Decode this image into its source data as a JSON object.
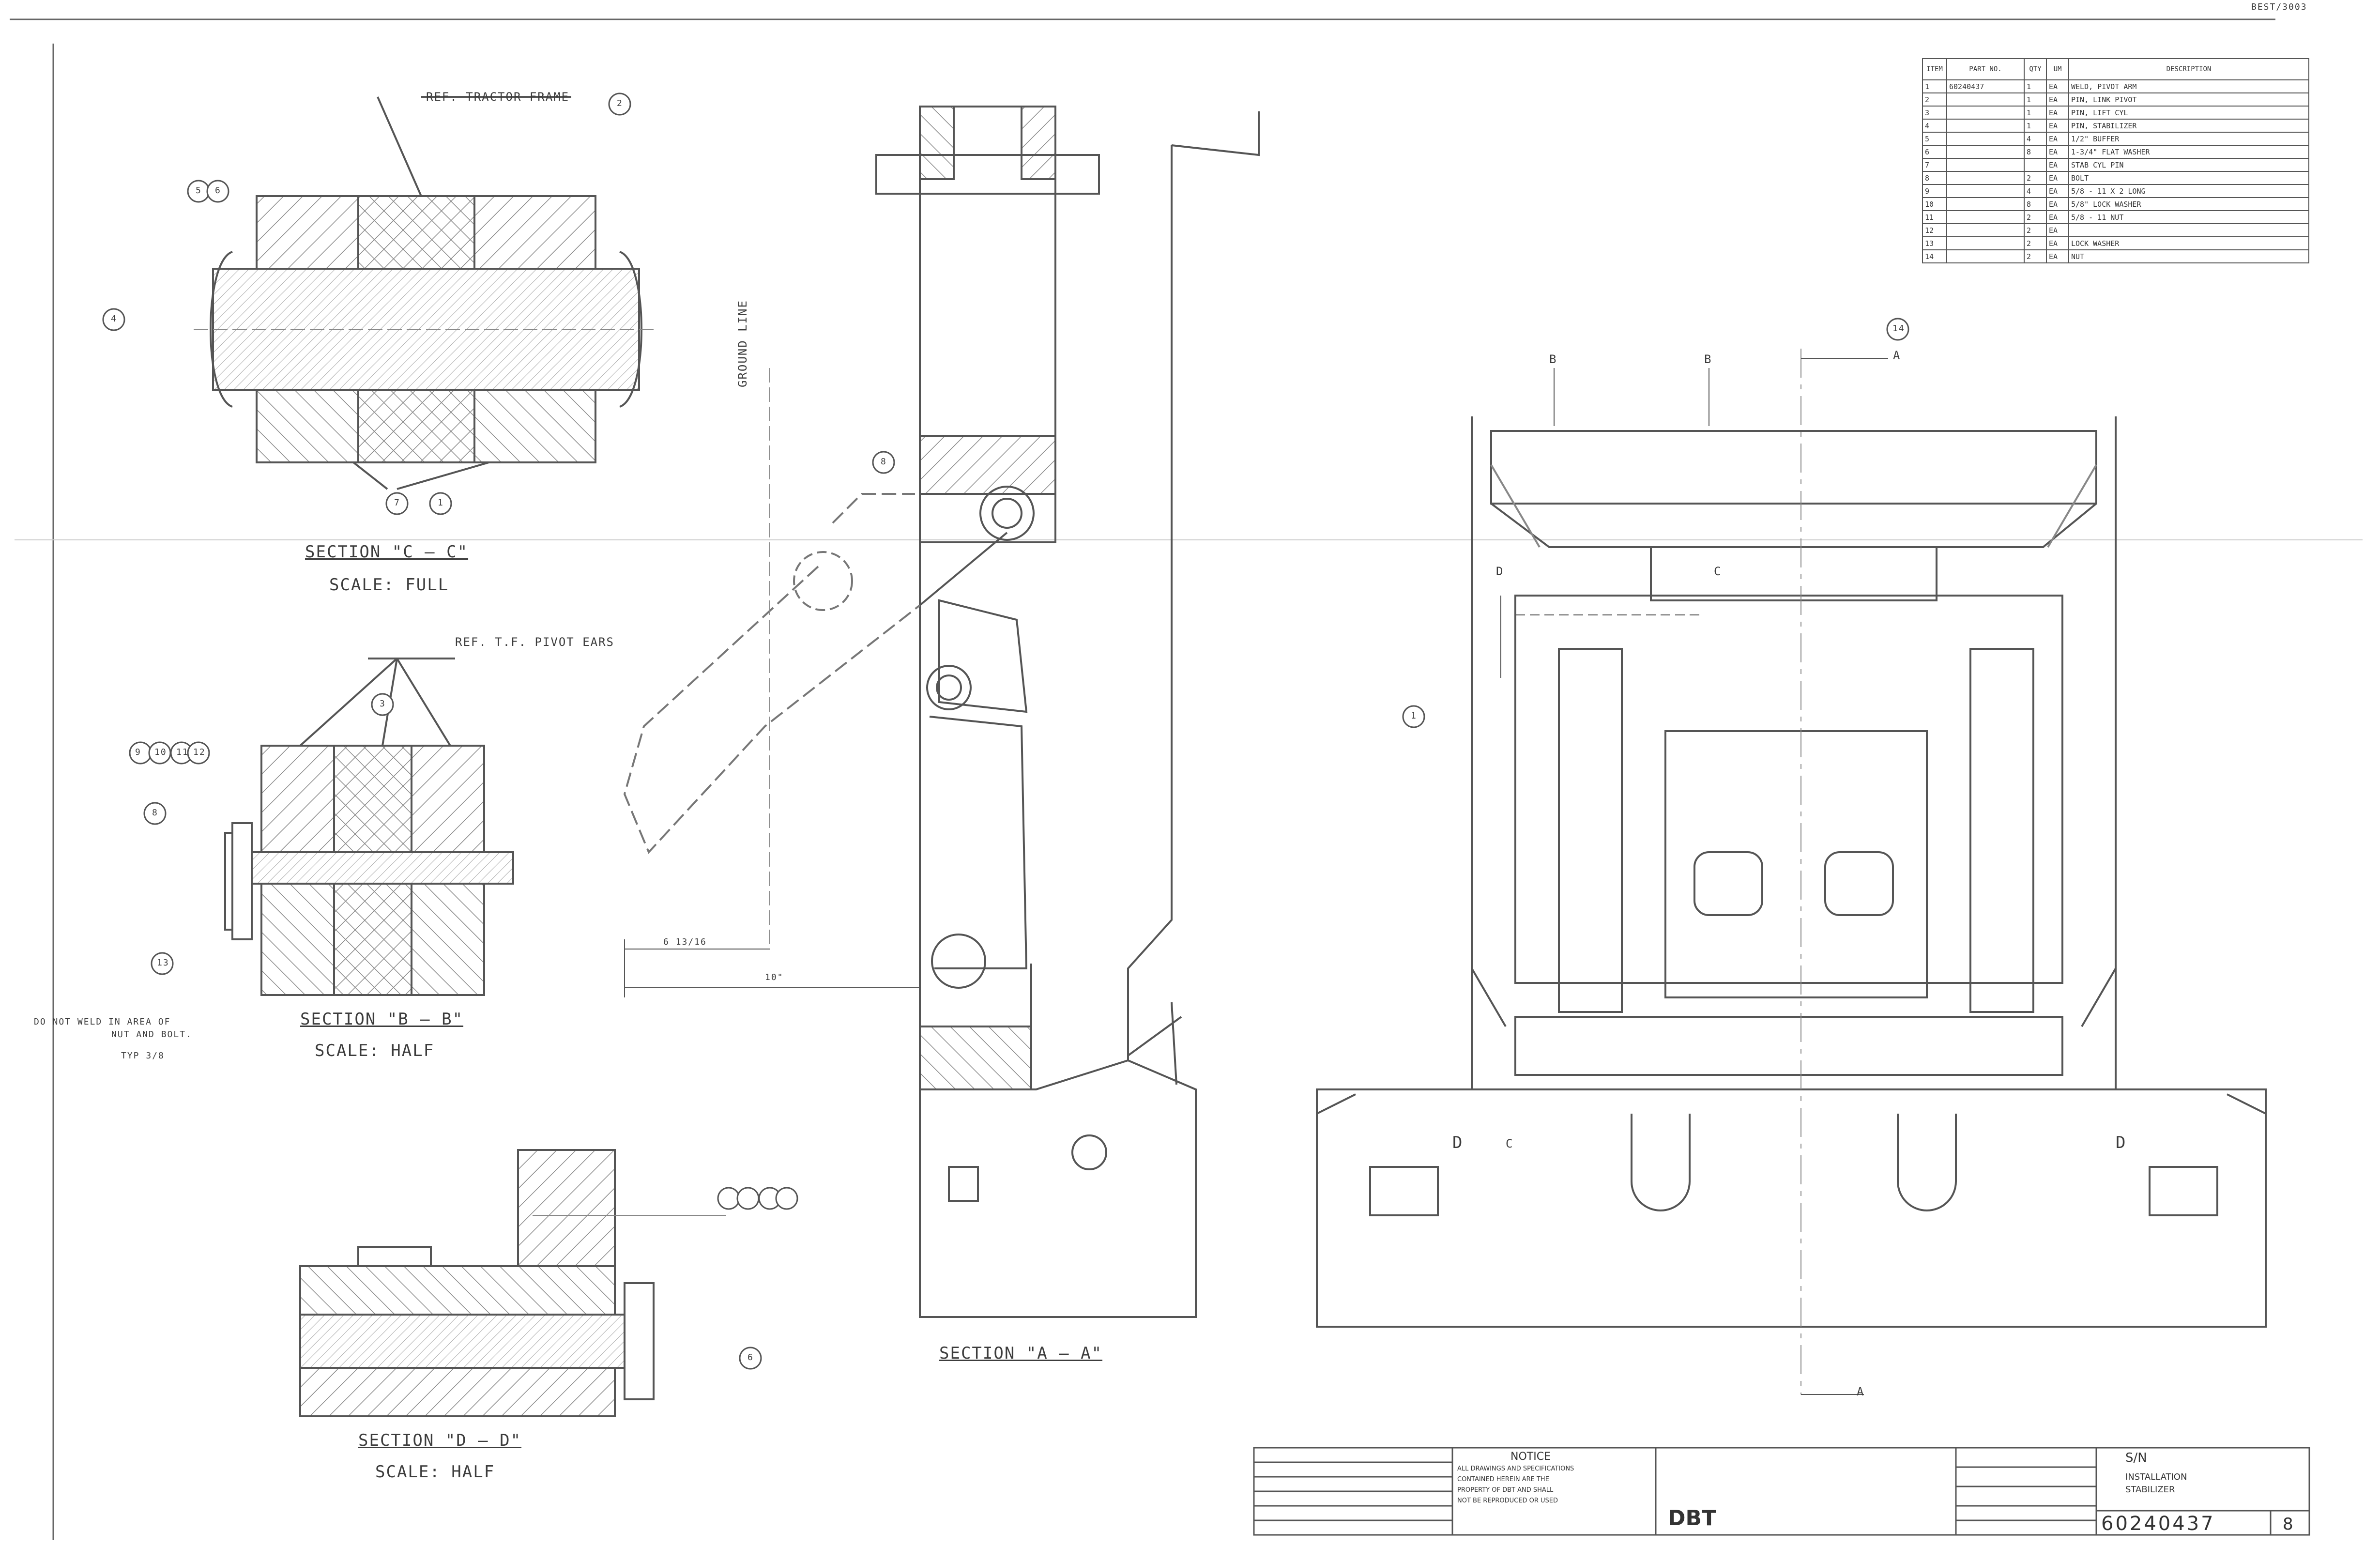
{
  "drawing": {
    "corner_code": "BEST/3003",
    "detail_labels": {
      "ref_tractor_frame": "REF. TRACTOR FRAME",
      "ref_pivot_ears": "REF. T.F. PIVOT EARS",
      "weld_note": "DO NOT WELD IN AREA OF",
      "weld_note_2": "NUT AND BOLT.",
      "typ_note": "TYP 3/8",
      "ground_line": "GROUND LINE",
      "dim_small": "6 13/16",
      "dim_10": "10\""
    },
    "sections": [
      {
        "title": "SECTION \"C — C\"",
        "scale": "SCALE: FULL"
      },
      {
        "title": "SECTION \"B — B\"",
        "scale": "SCALE: HALF"
      },
      {
        "title": "SECTION \"D — D\"",
        "scale": "SCALE: HALF"
      },
      {
        "title": "SECTION \"A — A\"",
        "scale": ""
      }
    ],
    "section_markers": {
      "a": "A",
      "b": "B",
      "c": "C",
      "d": "D"
    },
    "balloons": {
      "b1": "1",
      "b2": "2",
      "b3": "3",
      "b4": "4",
      "b5": "5",
      "b6": "6",
      "b7": "7",
      "b8": "8",
      "b9": "9",
      "b10": "10",
      "b11": "11",
      "b12": "12",
      "b13": "13",
      "b14": "14"
    }
  },
  "bom": {
    "headers": [
      "ITEM",
      "PART NO.",
      "QTY",
      "UM",
      "DESCRIPTION"
    ],
    "rows": [
      [
        "1",
        "60240437",
        "1",
        "EA",
        "WELD, PIVOT ARM"
      ],
      [
        "2",
        "",
        "1",
        "EA",
        "PIN, LINK PIVOT"
      ],
      [
        "3",
        "",
        "1",
        "EA",
        "PIN, LIFT CYL"
      ],
      [
        "4",
        "",
        "1",
        "EA",
        "PIN, STABILIZER"
      ],
      [
        "5",
        "",
        "4",
        "EA",
        "1/2\" BUFFER"
      ],
      [
        "6",
        "",
        "8",
        "EA",
        "1-3/4\" FLAT WASHER"
      ],
      [
        "7",
        "",
        "",
        "EA",
        "STAB CYL PIN"
      ],
      [
        "8",
        "",
        "2",
        "EA",
        "BOLT"
      ],
      [
        "9",
        "",
        "4",
        "EA",
        "5/8 - 11 X 2 LONG"
      ],
      [
        "10",
        "",
        "8",
        "EA",
        "5/8\" LOCK WASHER"
      ],
      [
        "11",
        "",
        "2",
        "EA",
        "5/8 - 11 NUT"
      ],
      [
        "12",
        "",
        "2",
        "EA",
        ""
      ],
      [
        "13",
        "",
        "2",
        "EA",
        "LOCK WASHER"
      ],
      [
        "14",
        "",
        "2",
        "EA",
        "NUT"
      ]
    ]
  },
  "title_block": {
    "notice_heading": "NOTICE",
    "notice_lines": [
      "ALL DRAWINGS AND SPECIFICATIONS",
      "CONTAINED HEREIN ARE THE",
      "PROPERTY OF DBT AND SHALL",
      "NOT BE REPRODUCED OR USED"
    ],
    "company": "DBT",
    "sheet_code": "S/N",
    "title_lines": [
      "INSTALLATION",
      "STABILIZER"
    ],
    "drawing_number": "60240437",
    "rev": "8"
  },
  "colors": {
    "ink": "#555555",
    "hatch": "#8a8a8a",
    "paper": "#ffffff"
  }
}
